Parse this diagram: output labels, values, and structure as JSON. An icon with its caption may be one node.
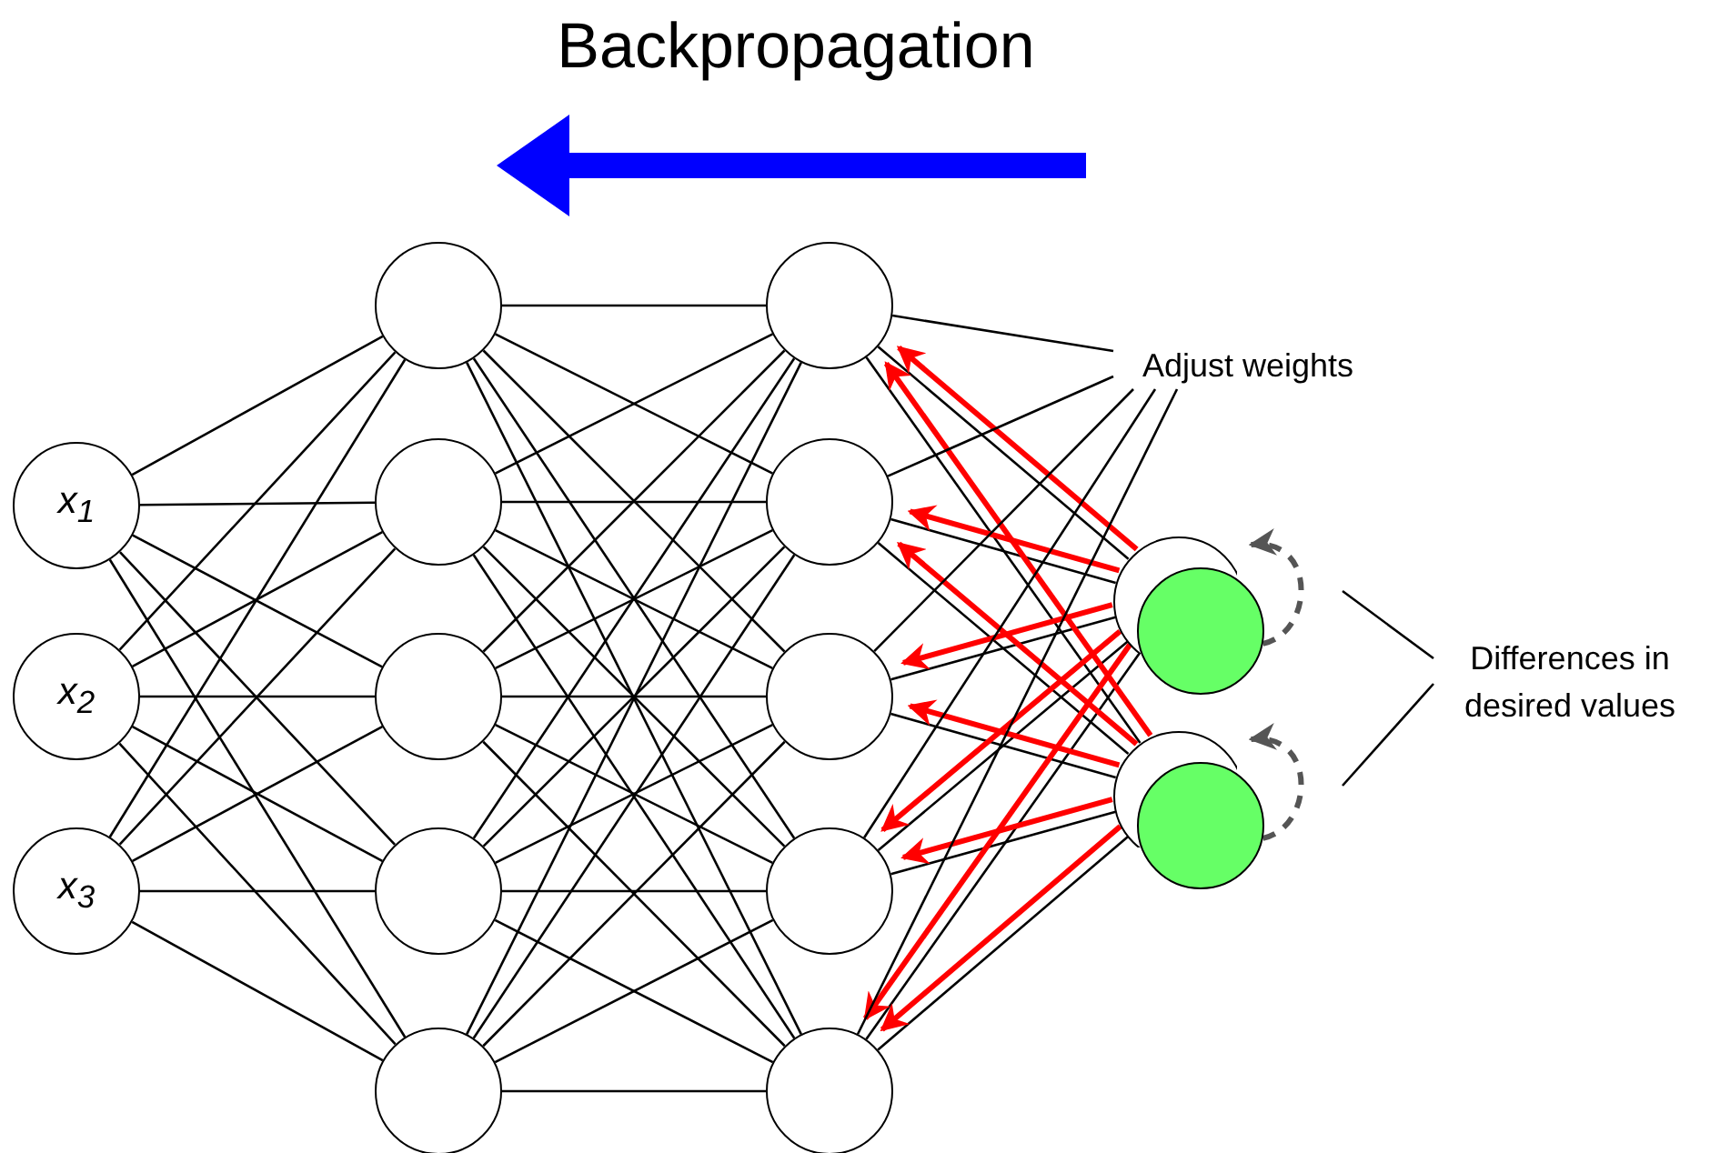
{
  "diagram": {
    "title": "Backpropagation",
    "nodes": [
      {
        "text": [
          "x$_{1}$"
        ]
      },
      {
        "text": [
          "x$_{2}$"
        ]
      },
      {
        "text": [
          "x$_{3}$"
        ]
      },
      {
        "text": [],
        "shape": "circle"
      },
      {
        "text": [],
        "shape": "circle"
      },
      {
        "text": [],
        "shape": "circle"
      },
      {
        "text": [],
        "shape": "circle"
      },
      {
        "text": [],
        "shape": "circle"
      },
      {
        "text": [],
        "shape": "circle"
      },
      {
        "text": [],
        "shape": "circle"
      },
      {
        "text": [],
        "shape": "circle"
      },
      {
        "text": [],
        "shape": "circle"
      },
      {
        "text": [],
        "shape": "circle"
      },
      {
        "text": [],
        "shape": "circle"
      },
      {
        "text": [],
        "shape": "circle"
      },
      {
        "text": [],
        "shape": "circle"
      },
      {
        "text": [],
        "shape": "circle"
      },
      {
        "text": [
          "Adjust weights"
        ]
      },
      {
        "text": [
          "Differences in desired values"
        ]
      }
    ],
    "edges": [
      {
        "from": 0,
        "to": 3,
        "arrow": "none"
      },
      {
        "from": 0,
        "to": 4,
        "arrow": "none"
      },
      {
        "from": 0,
        "to": 5,
        "arrow": "none"
      },
      {
        "from": 0,
        "to": 6,
        "arrow": "none"
      },
      {
        "from": 0,
        "to": 7,
        "arrow": "none"
      },
      {
        "from": 1,
        "to": 3,
        "arrow": "none"
      },
      {
        "from": 1,
        "to": 4,
        "arrow": "none"
      },
      {
        "from": 1,
        "to": 5,
        "arrow": "none"
      },
      {
        "from": 1,
        "to": 6,
        "arrow": "none"
      },
      {
        "from": 1,
        "to": 7,
        "arrow": "none"
      },
      {
        "from": 2,
        "to": 3,
        "arrow": "none"
      },
      {
        "from": 2,
        "to": 4,
        "arrow": "none"
      },
      {
        "from": 2,
        "to": 5,
        "arrow": "none"
      },
      {
        "from": 2,
        "to": 6,
        "arrow": "none"
      },
      {
        "from": 2,
        "to": 7,
        "arrow": "none"
      },
      {
        "from": 3,
        "to": 8,
        "arrow": "none"
      },
      {
        "from": 3,
        "to": 9,
        "arrow": "none"
      },
      {
        "from": 3,
        "to": 10,
        "arrow": "none"
      },
      {
        "from": 3,
        "to": 11,
        "arrow": "none"
      },
      {
        "from": 3,
        "to": 12,
        "arrow": "none"
      },
      {
        "from": 4,
        "to": 8,
        "arrow": "none"
      },
      {
        "from": 4,
        "to": 9,
        "arrow": "none"
      },
      {
        "from": 4,
        "to": 10,
        "arrow": "none"
      },
      {
        "from": 4,
        "to": 11,
        "arrow": "none"
      },
      {
        "from": 4,
        "to": 12,
        "arrow": "none"
      },
      {
        "from": 5,
        "to": 8,
        "arrow": "none"
      },
      {
        "from": 5,
        "to": 9,
        "arrow": "none"
      },
      {
        "from": 5,
        "to": 10,
        "arrow": "none"
      },
      {
        "from": 5,
        "to": 11,
        "arrow": "none"
      },
      {
        "from": 5,
        "to": 12,
        "arrow": "none"
      },
      {
        "from": 6,
        "to": 8,
        "arrow": "none"
      },
      {
        "from": 6,
        "to": 9,
        "arrow": "none"
      },
      {
        "from": 6,
        "to": 10,
        "arrow": "none"
      },
      {
        "from": 6,
        "to": 11,
        "arrow": "none"
      },
      {
        "from": 6,
        "to": 12,
        "arrow": "none"
      },
      {
        "from": 7,
        "to": 8,
        "arrow": "none"
      },
      {
        "from": 7,
        "to": 9,
        "arrow": "none"
      },
      {
        "from": 7,
        "to": 10,
        "arrow": "none"
      },
      {
        "from": 7,
        "to": 11,
        "arrow": "none"
      },
      {
        "from": 7,
        "to": 12,
        "arrow": "none"
      },
      {
        "from": 8,
        "to": 13,
        "arrow": "none"
      },
      {
        "from": 9,
        "to": 13,
        "arrow": "none"
      },
      {
        "from": 10,
        "to": 13,
        "arrow": "none"
      },
      {
        "from": 11,
        "to": 13,
        "arrow": "none"
      },
      {
        "from": 12,
        "to": 13,
        "arrow": "none"
      },
      {
        "from": 8,
        "to": 15,
        "arrow": "none"
      },
      {
        "from": 9,
        "to": 15,
        "arrow": "none"
      },
      {
        "from": 10,
        "to": 15,
        "arrow": "none"
      },
      {
        "from": 11,
        "to": 15,
        "arrow": "none"
      },
      {
        "from": 12,
        "to": 15,
        "arrow": "none"
      },
      {
        "from": 13,
        "to": 8,
        "arrow": "to",
        "style": "thick",
        "color": "#ff0000"
      },
      {
        "from": 13,
        "to": 9,
        "arrow": "to",
        "style": "thick",
        "color": "#ff0000"
      },
      {
        "from": 13,
        "to": 10,
        "arrow": "to",
        "style": "thick",
        "color": "#ff0000"
      },
      {
        "from": 13,
        "to": 11,
        "arrow": "to",
        "style": "thick",
        "color": "#ff0000"
      },
      {
        "from": 13,
        "to": 12,
        "arrow": "to",
        "style": "thick",
        "color": "#ff0000"
      },
      {
        "from": 15,
        "to": 8,
        "arrow": "to",
        "style": "thick",
        "color": "#ff0000"
      },
      {
        "from": 15,
        "to": 9,
        "arrow": "to",
        "style": "thick",
        "color": "#ff0000"
      },
      {
        "from": 15,
        "to": 10,
        "arrow": "to",
        "style": "thick",
        "color": "#ff0000"
      },
      {
        "from": 15,
        "to": 11,
        "arrow": "to",
        "style": "thick",
        "color": "#ff0000"
      },
      {
        "from": 15,
        "to": 12,
        "arrow": "to",
        "style": "thick",
        "color": "#ff0000"
      },
      {
        "from": 14,
        "to": 13,
        "arrow": "to",
        "style": "dashed",
        "color": "#555555"
      },
      {
        "from": 16,
        "to": 15,
        "arrow": "to",
        "style": "dashed",
        "color": "#555555"
      },
      {
        "from": 17,
        "to": 8,
        "arrow": "none"
      },
      {
        "from": 17,
        "to": 9,
        "arrow": "none"
      },
      {
        "from": 17,
        "to": 10,
        "arrow": "none"
      },
      {
        "from": 17,
        "to": 11,
        "arrow": "none"
      },
      {
        "from": 17,
        "to": 12,
        "arrow": "none"
      },
      {
        "from": 18,
        "to": null,
        "arrow": "none"
      },
      {
        "from": 18,
        "to": null,
        "arrow": "none"
      }
    ]
  }
}
